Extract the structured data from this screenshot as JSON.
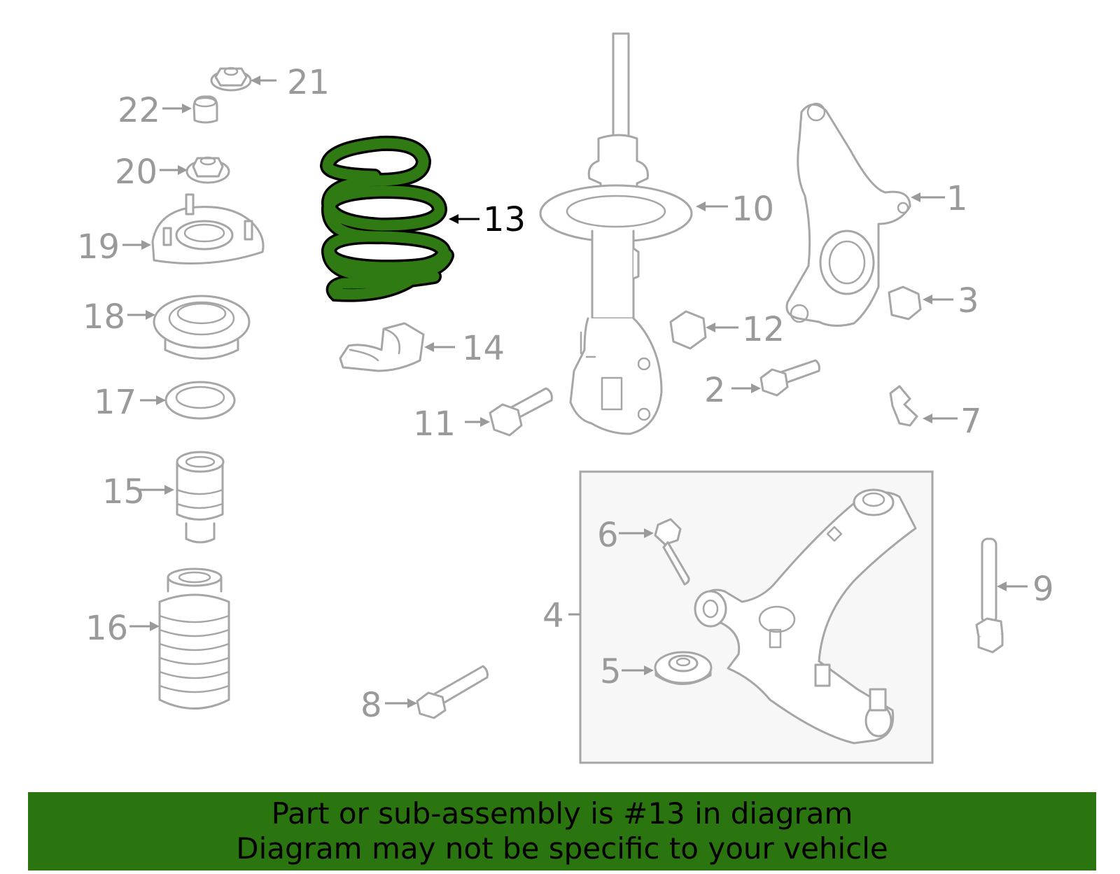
{
  "highlighted_part": "13",
  "colors": {
    "highlight": "#2b7511",
    "part_outline": "#a6a6a6",
    "callout_text": "#9a9a9a",
    "highlight_callout": "#000000"
  },
  "callouts": {
    "c1": "1",
    "c2": "2",
    "c3": "3",
    "c4": "4",
    "c5": "5",
    "c6": "6",
    "c7": "7",
    "c8": "8",
    "c9": "9",
    "c10": "10",
    "c11": "11",
    "c12": "12",
    "c13": "13",
    "c14": "14",
    "c15": "15",
    "c16": "16",
    "c17": "17",
    "c18": "18",
    "c19": "19",
    "c20": "20",
    "c21": "21",
    "c22": "22"
  },
  "banner": {
    "line1": "Part or sub-assembly is #13 in diagram",
    "line2": "Diagram may not be specific to your vehicle"
  }
}
